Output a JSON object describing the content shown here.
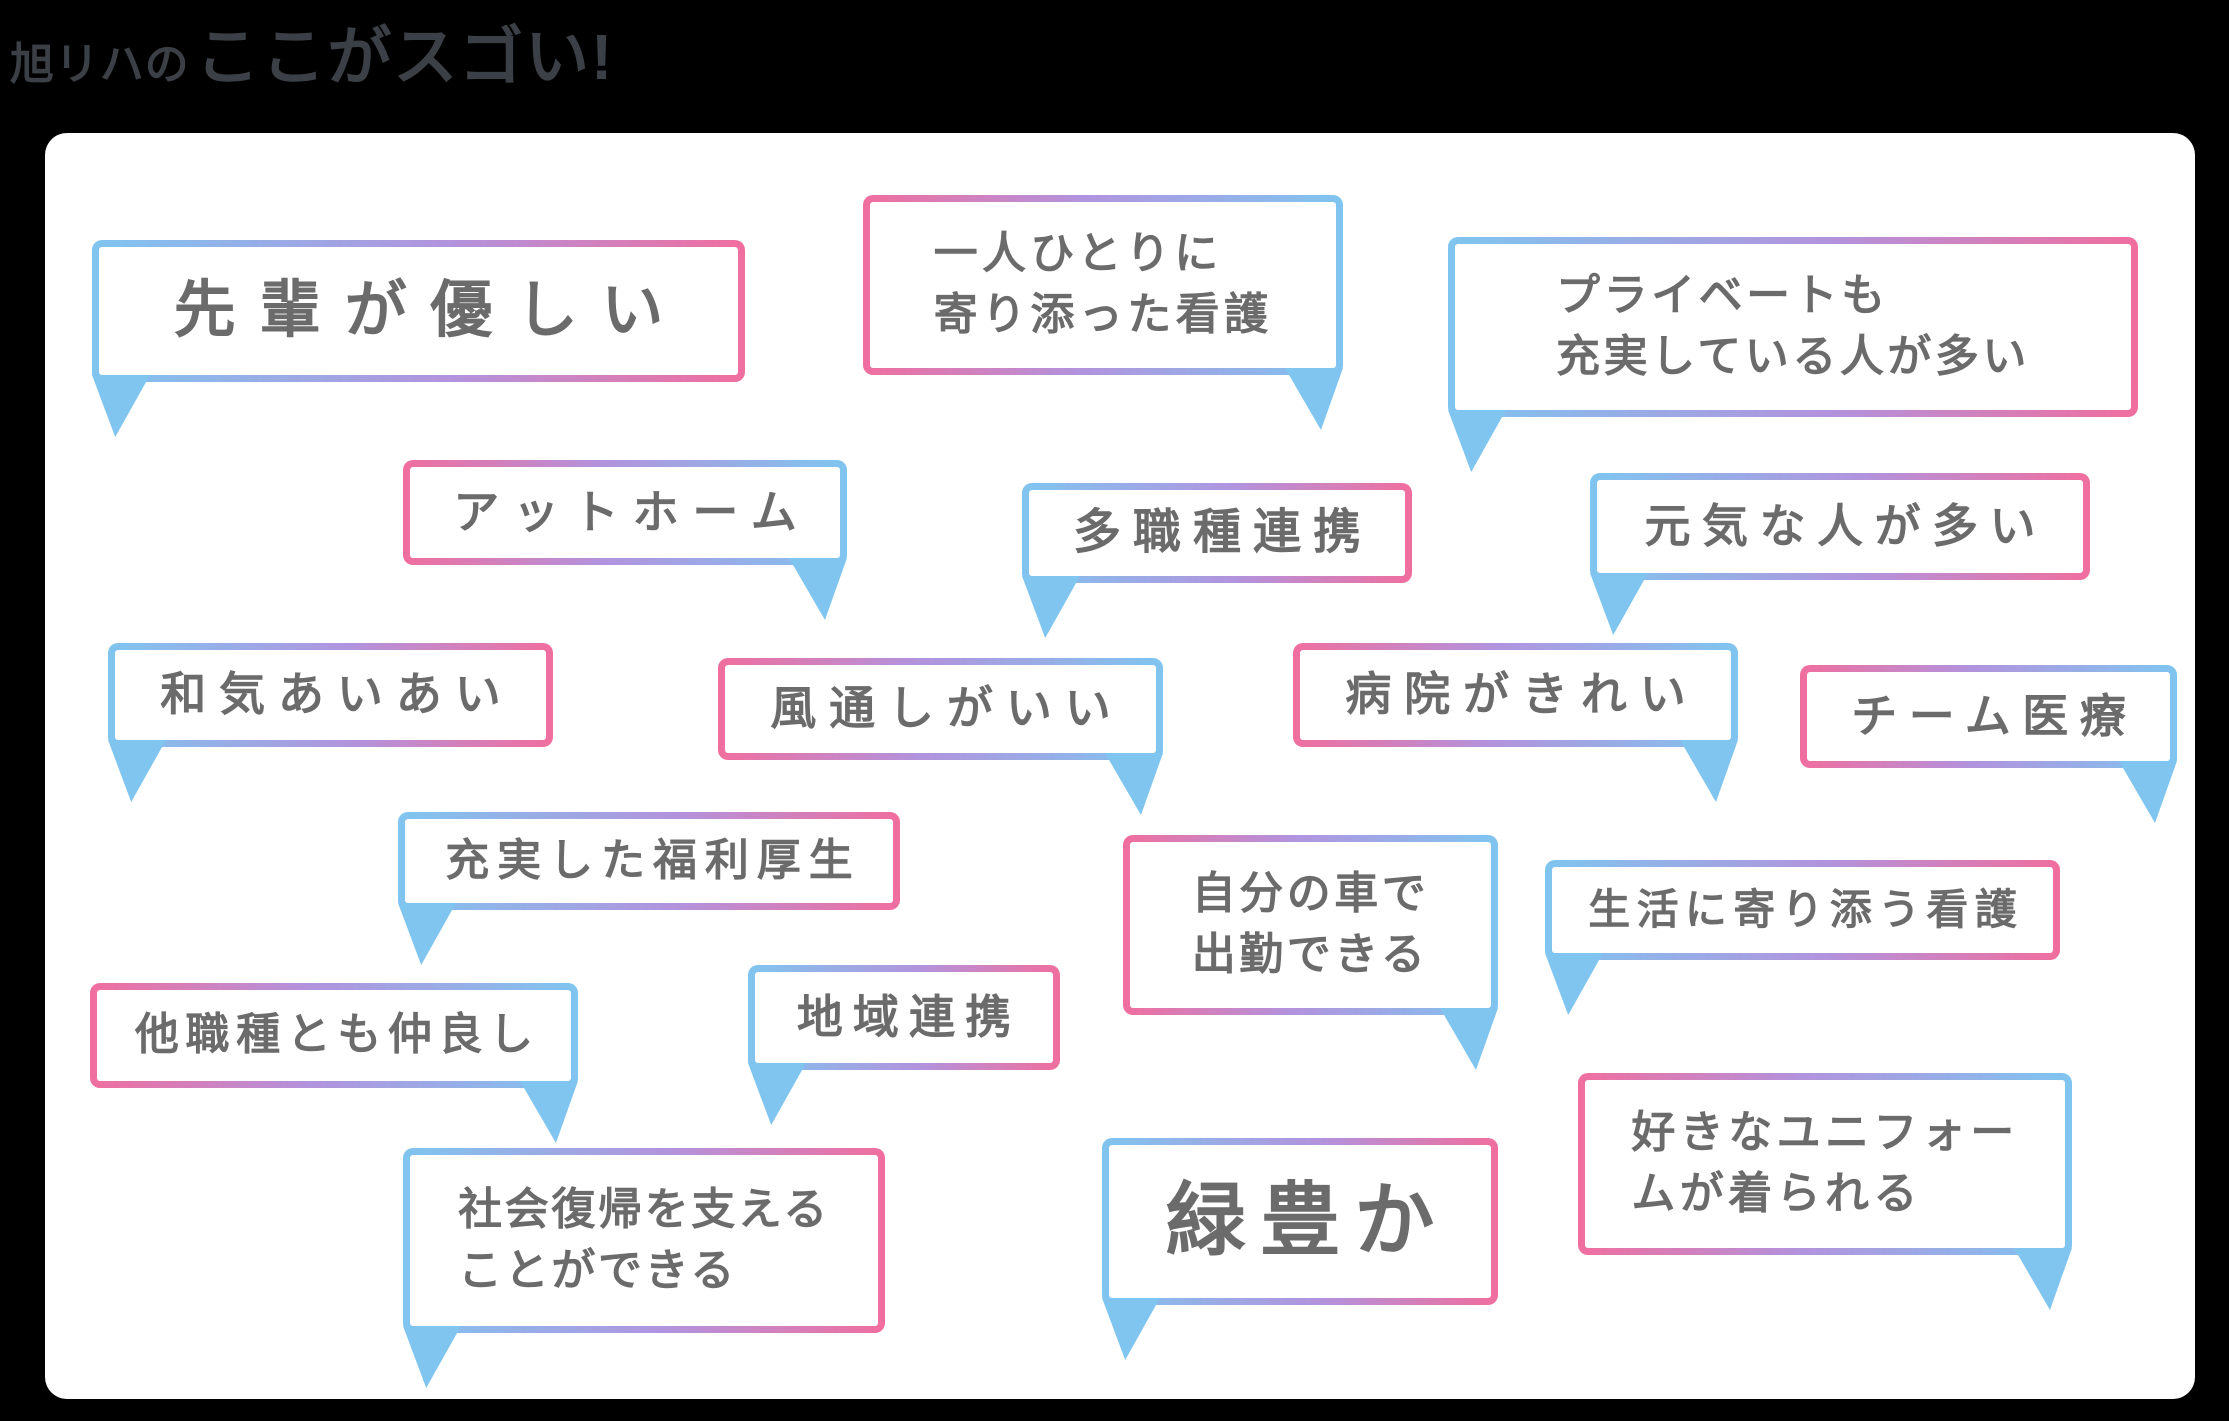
{
  "title": {
    "prefix": "旭リハの",
    "main": "ここがスゴい!"
  },
  "colors": {
    "page_background": "#000000",
    "panel_background": "#ffffff",
    "border_gradient_pink": "#f06e9e",
    "border_gradient_purple": "#b293dd",
    "border_gradient_blue": "#7fc5ef",
    "bubble_text": "#6b6b6b",
    "title_text": "#3b4046"
  },
  "bubbles": [
    {
      "id": "senpai-kind",
      "text": "先輩が優しい"
    },
    {
      "id": "care-each-person",
      "text": "一人ひとりに\n寄り添った看護"
    },
    {
      "id": "private-fulfilled",
      "text": "プライベートも\n充実している人が多い"
    },
    {
      "id": "at-home",
      "text": "アットホーム"
    },
    {
      "id": "multi-profession-teamwork",
      "text": "多職種連携"
    },
    {
      "id": "energetic-people",
      "text": "元気な人が多い"
    },
    {
      "id": "friendly-atmosphere",
      "text": "和気あいあい"
    },
    {
      "id": "open-communication",
      "text": "風通しがいい"
    },
    {
      "id": "clean-hospital",
      "text": "病院がきれい"
    },
    {
      "id": "team-medicine",
      "text": "チーム医療"
    },
    {
      "id": "good-benefits",
      "text": "充実した福利厚生"
    },
    {
      "id": "commute-by-car",
      "text": "自分の車で\n出勤できる"
    },
    {
      "id": "life-centered-nursing",
      "text": "生活に寄り添う看護"
    },
    {
      "id": "friends-other-professions",
      "text": "他職種とも仲良し"
    },
    {
      "id": "regional-cooperation",
      "text": "地域連携"
    },
    {
      "id": "choose-uniform",
      "text": "好きなユニフォー\nムが着られる"
    },
    {
      "id": "support-social-return",
      "text": "社会復帰を支える\nことができる"
    },
    {
      "id": "lush-greenery",
      "text": "緑豊か"
    }
  ]
}
